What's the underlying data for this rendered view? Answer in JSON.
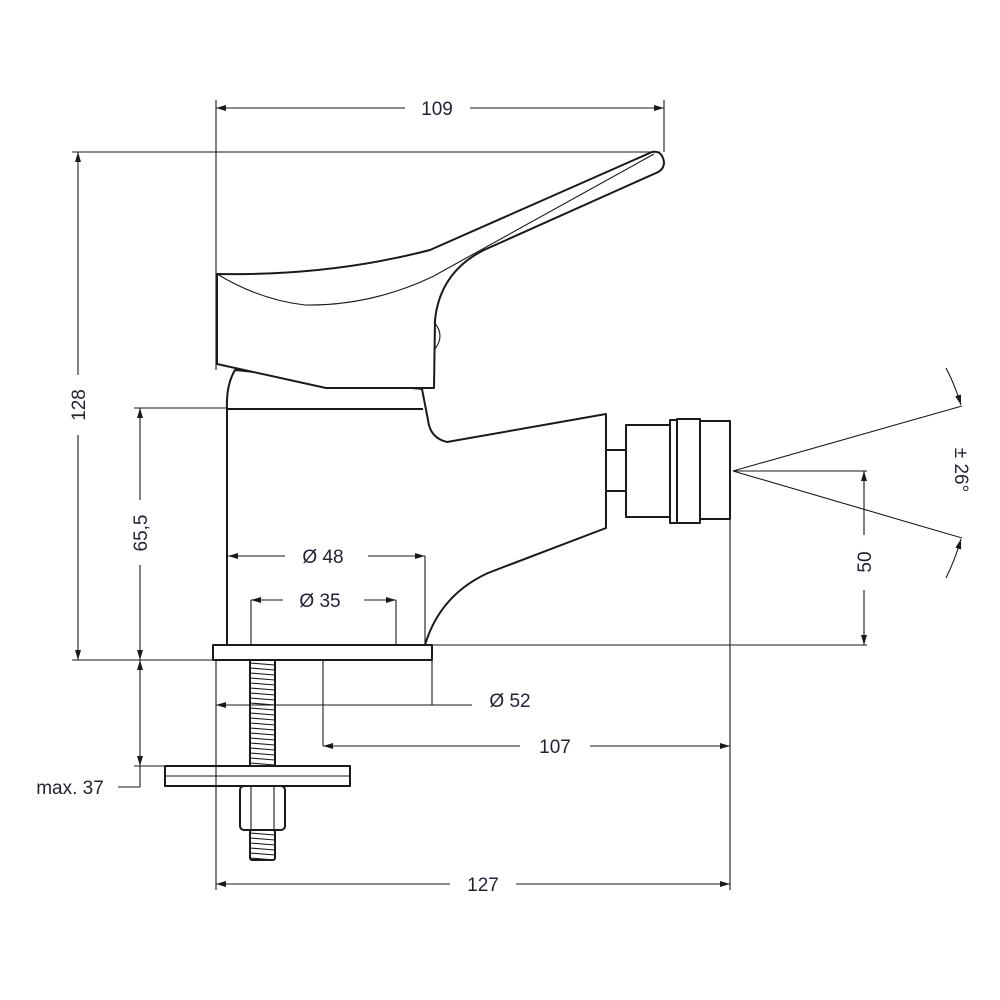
{
  "title": "Bidet mixer dimension drawing",
  "dimensions": {
    "width_top": "109",
    "total_height": "128",
    "body_height": "65,5",
    "max_thickness": "max. 37",
    "diameter_48": "Ø 48",
    "diameter_35": "Ø 35",
    "diameter_52": "Ø 52",
    "reach_107": "107",
    "reach_127": "127",
    "nozzle_height": "50",
    "nozzle_angle": "± 26°"
  },
  "colors": {
    "line": "#1a1a1a",
    "text": "#1f2233"
  }
}
